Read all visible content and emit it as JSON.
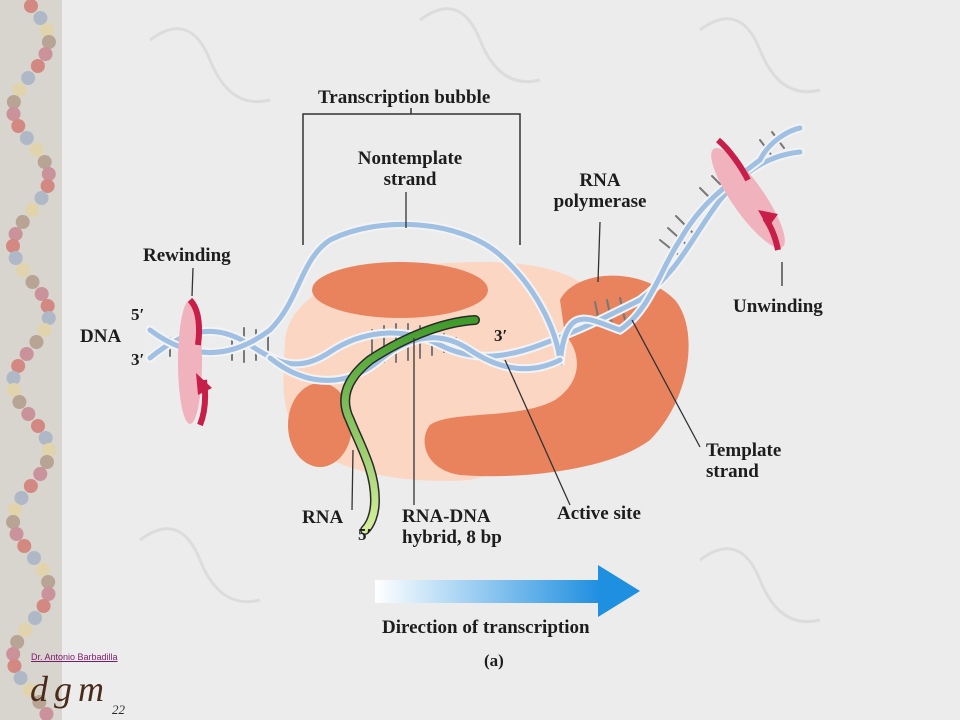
{
  "labels": {
    "transcription_bubble": "Transcription bubble",
    "nontemplate_strand": [
      "Nontemplate",
      "strand"
    ],
    "rna_polymerase": [
      "RNA",
      "polymerase"
    ],
    "rewinding": "Rewinding",
    "unwinding": "Unwinding",
    "dna": "DNA",
    "five_prime_top": "5′",
    "three_prime_bottom": "3′",
    "three_prime_rna": "3′",
    "template_strand": [
      "Template",
      "strand"
    ],
    "rna": "RNA",
    "five_prime_rna": "5′",
    "rna_dna_hybrid": [
      "RNA-DNA",
      "hybrid, 8 bp"
    ],
    "active_site": "Active site",
    "direction": "Direction of transcription",
    "panel": "(a)"
  },
  "footer": {
    "author": "Dr. Antonio Barbadilla",
    "logo": "dgm",
    "page_number": "22"
  },
  "colors": {
    "background": "#ececec",
    "enzyme_light": "#fbd6c2",
    "enzyme_dark": "#e8835e",
    "dna_strand": "#9fbfe3",
    "rna_strand": "#7cc24a",
    "rotation_arrow": "#c81e4a",
    "direction_arrow": "#1f8fe0"
  }
}
